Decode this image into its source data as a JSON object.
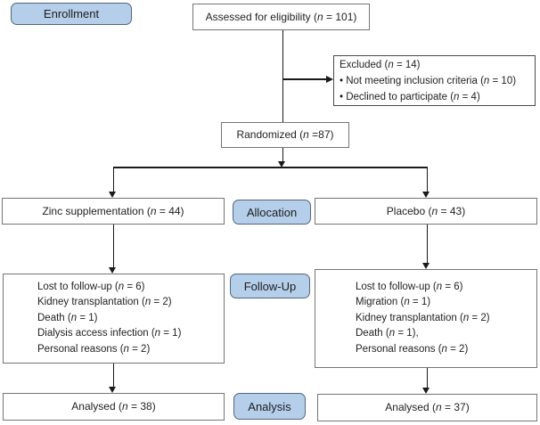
{
  "stages": {
    "enrollment": "Enrollment",
    "allocation": "Allocation",
    "follow_up": "Follow-Up",
    "analysis": "Analysis"
  },
  "boxes": {
    "assessed": "Assessed for eligibility (n = 101)",
    "excluded": [
      "Excluded (n = 14)",
      "• Not meeting inclusion criteria (n = 10)",
      "• Declined to participate (n = 4)"
    ],
    "randomized": "Randomized (n =87)",
    "zinc": "Zinc supplementation (n = 44)",
    "placebo": "Placebo (n = 43)",
    "followup_left": [
      "Lost to follow-up (n = 6)",
      "Kidney transplantation (n = 2)",
      "Death (n = 1)",
      "Dialysis access infection (n = 1)",
      "Personal reasons (n = 2)"
    ],
    "followup_right": [
      "Lost to follow-up (n = 6)",
      "Migration (n = 1)",
      "Kidney transplantation (n = 2)",
      "Death (n = 1),",
      "Personal reasons (n = 2)"
    ],
    "analysed_left": "Analysed (n = 38)",
    "analysed_right": "Analysed (n = 37)"
  },
  "colors": {
    "stage_fill": "#b5cfeb",
    "stage_border": "#51657e",
    "box_border": "#757575",
    "line": "#1a1a1a",
    "text": "#1f1f1f"
  }
}
